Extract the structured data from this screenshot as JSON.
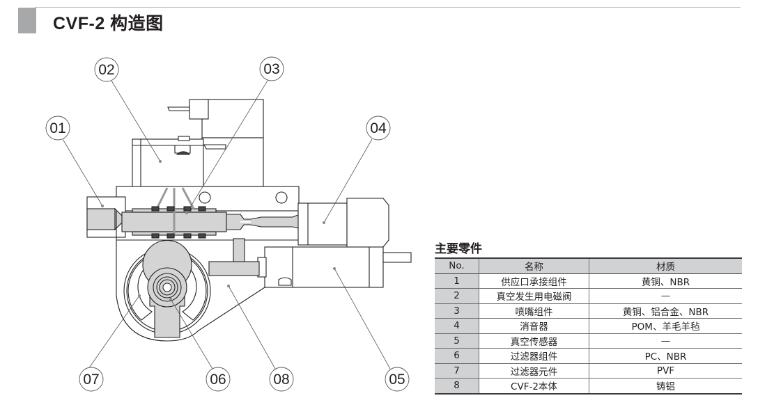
{
  "header": {
    "title": "CVF-2 构造图"
  },
  "diagram": {
    "callouts": [
      {
        "id": "01",
        "label": "01"
      },
      {
        "id": "02",
        "label": "02"
      },
      {
        "id": "03",
        "label": "03"
      },
      {
        "id": "04",
        "label": "04"
      },
      {
        "id": "05",
        "label": "05"
      },
      {
        "id": "06",
        "label": "06"
      },
      {
        "id": "07",
        "label": "07"
      },
      {
        "id": "08",
        "label": "08"
      }
    ]
  },
  "parts": {
    "title": "主要零件",
    "columns": [
      "No.",
      "名称",
      "材质"
    ],
    "rows": [
      {
        "no": "1",
        "name": "供应口承接组件",
        "material": "黄铜、NBR"
      },
      {
        "no": "2",
        "name": "真空发生用电磁阀",
        "material": "—"
      },
      {
        "no": "3",
        "name": "喷嘴组件",
        "material": "黄铜、铝合金、NBR"
      },
      {
        "no": "4",
        "name": "消音器",
        "material": "POM、羊毛羊毡"
      },
      {
        "no": "5",
        "name": "真空传感器",
        "material": "—"
      },
      {
        "no": "6",
        "name": "过滤器组件",
        "material": "PC、NBR"
      },
      {
        "no": "7",
        "name": "过滤器元件",
        "material": "PVF"
      },
      {
        "no": "8",
        "name": "CVF-2本体",
        "material": "铸铝"
      }
    ]
  },
  "colors": {
    "title_block": "#a7a8aa",
    "table_header_bg": "#d1d2d4",
    "diagram_shade": "#d4d4d4",
    "line": "#231f20"
  }
}
